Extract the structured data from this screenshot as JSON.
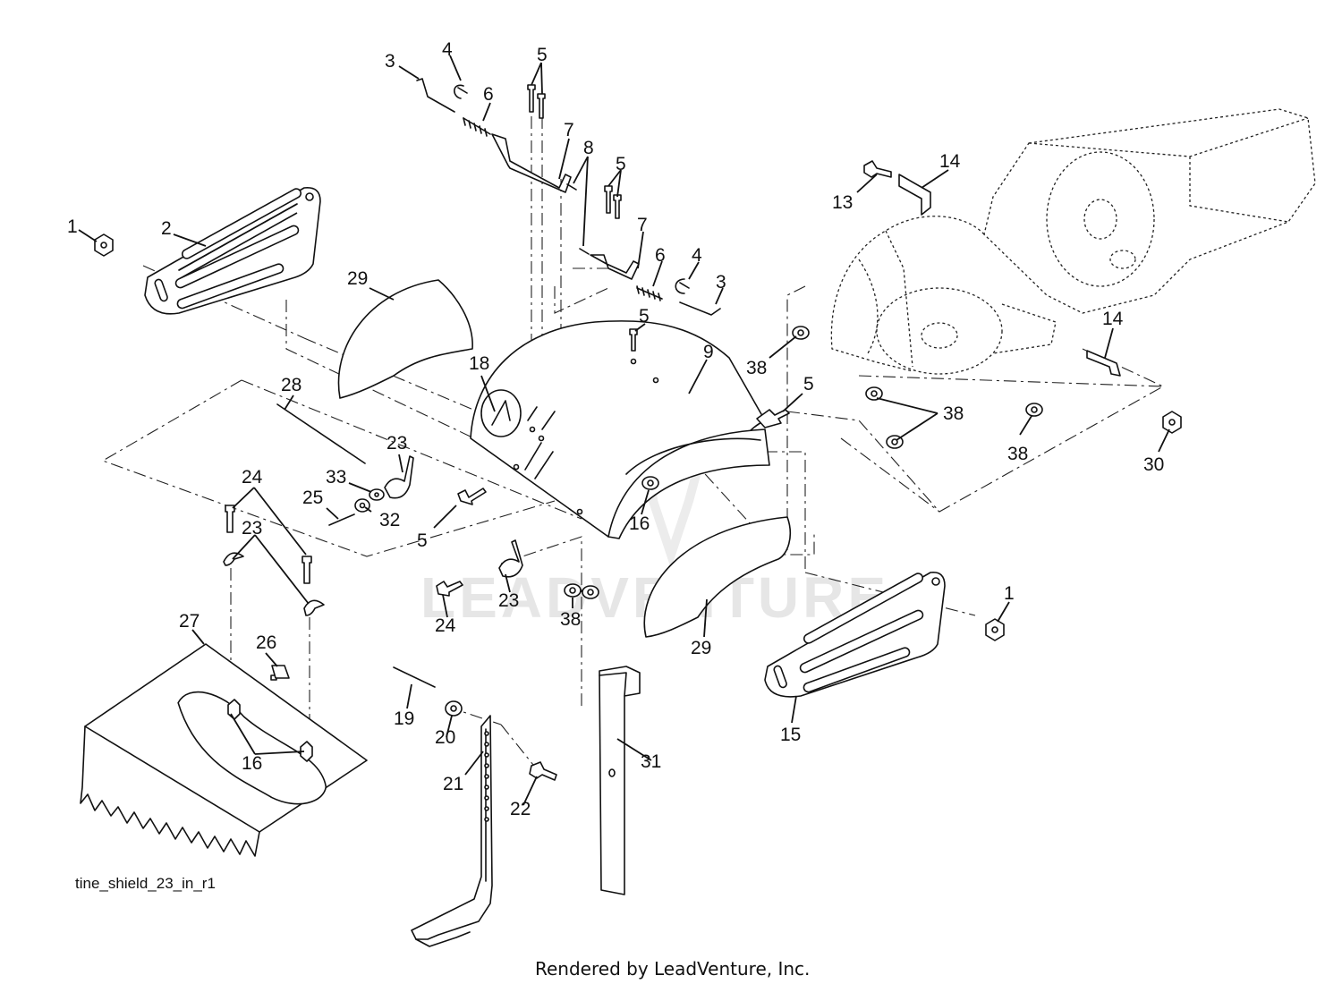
{
  "diagram": {
    "figure_id": "tine_shield_23_in_r1",
    "credit": "Rendered by LeadVenture, Inc.",
    "watermark": "LEADVENTURE",
    "callouts": [
      {
        "id": "c1a",
        "label": "1"
      },
      {
        "id": "c2",
        "label": "2"
      },
      {
        "id": "c3a",
        "label": "3"
      },
      {
        "id": "c4a",
        "label": "4"
      },
      {
        "id": "c5a",
        "label": "5"
      },
      {
        "id": "c6a",
        "label": "6"
      },
      {
        "id": "c7a",
        "label": "7"
      },
      {
        "id": "c8",
        "label": "8"
      },
      {
        "id": "c5b",
        "label": "5"
      },
      {
        "id": "c7b",
        "label": "7"
      },
      {
        "id": "c6b",
        "label": "6"
      },
      {
        "id": "c4b",
        "label": "4"
      },
      {
        "id": "c3b",
        "label": "3"
      },
      {
        "id": "c13",
        "label": "13"
      },
      {
        "id": "c14a",
        "label": "14"
      },
      {
        "id": "c14b",
        "label": "14"
      },
      {
        "id": "c29a",
        "label": "29"
      },
      {
        "id": "c5c",
        "label": "5"
      },
      {
        "id": "c9",
        "label": "9"
      },
      {
        "id": "c18",
        "label": "18"
      },
      {
        "id": "c38a",
        "label": "38"
      },
      {
        "id": "c5d",
        "label": "5"
      },
      {
        "id": "c38b",
        "label": "38"
      },
      {
        "id": "c38c",
        "label": "38"
      },
      {
        "id": "c30",
        "label": "30"
      },
      {
        "id": "c28",
        "label": "28"
      },
      {
        "id": "c23a",
        "label": "23"
      },
      {
        "id": "c24a",
        "label": "24"
      },
      {
        "id": "c33",
        "label": "33"
      },
      {
        "id": "c25",
        "label": "25"
      },
      {
        "id": "c32",
        "label": "32"
      },
      {
        "id": "c5e",
        "label": "5"
      },
      {
        "id": "c16a",
        "label": "16"
      },
      {
        "id": "c23b",
        "label": "23"
      },
      {
        "id": "c24b",
        "label": "24"
      },
      {
        "id": "c23c",
        "label": "23"
      },
      {
        "id": "c38d",
        "label": "38"
      },
      {
        "id": "c29b",
        "label": "29"
      },
      {
        "id": "c1b",
        "label": "1"
      },
      {
        "id": "c27",
        "label": "27"
      },
      {
        "id": "c26",
        "label": "26"
      },
      {
        "id": "c19",
        "label": "19"
      },
      {
        "id": "c20",
        "label": "20"
      },
      {
        "id": "c16b",
        "label": "16"
      },
      {
        "id": "c21",
        "label": "21"
      },
      {
        "id": "c22",
        "label": "22"
      },
      {
        "id": "c31",
        "label": "31"
      },
      {
        "id": "c15",
        "label": "15"
      }
    ]
  }
}
